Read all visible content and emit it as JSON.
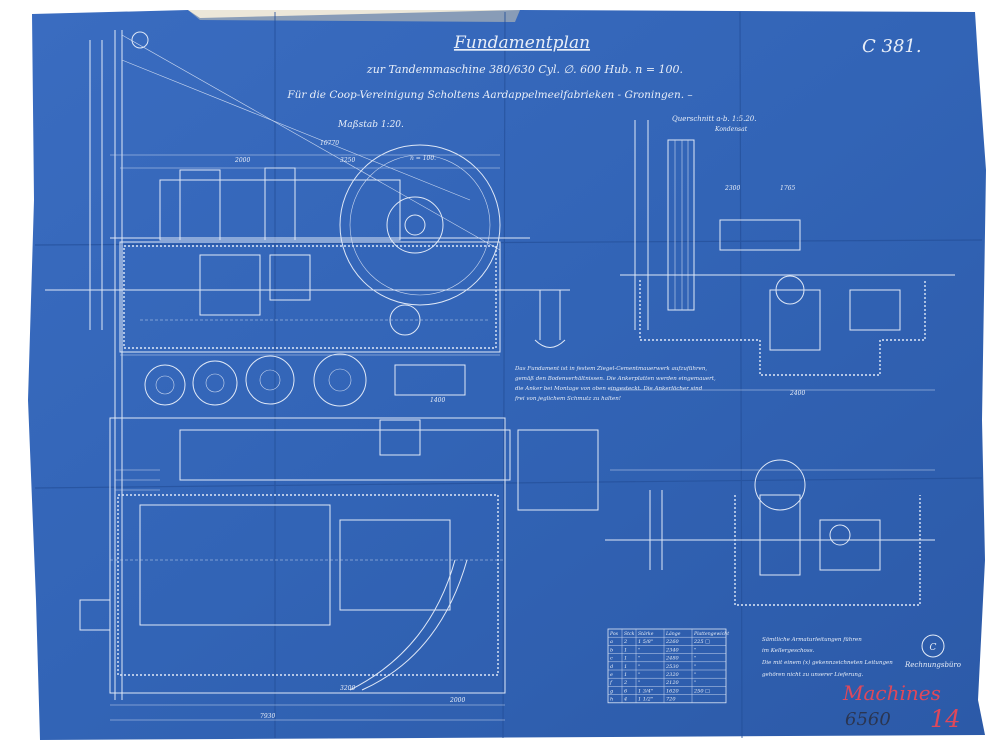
{
  "drawing": {
    "title": "Fundamentplan",
    "subtitle": "zur Tandemmaschine 380/630 Cyl. ∅. 600 Hub. n = 100.",
    "client_line": "Für die Coop-Vereinigung Scholtens Aardappelmeelfabrieken - Groningen. –",
    "sheet_number": "C 381.",
    "scale_label": "Maßstab 1:20.",
    "section_label": "Querschnitt a-b. 1:5.20.",
    "section_sublabel": "Kondensat",
    "speed_label": "n = 100.",
    "dimension_labels": [
      "10770",
      "3250",
      "2000",
      "2300",
      "1765",
      "2400",
      "1400",
      "7930",
      "2000",
      "3200"
    ],
    "foundation_note": [
      "Das Fundament ist in festem Ziegel-Cementmauerwerk aufzuführen,",
      "gemäß den Bodenverhältnissen. Die Ankerplatten werden eingemauert,",
      "die Anker bei Montage von oben eingesteckt. Die Ankerlöcher sind",
      "frei von jeglichem Schmutz zu halten!"
    ],
    "piping_note": [
      "Sämtliche Armaturleitungen führen",
      "im Kellergeschoss.",
      "Die mit einem (x) gekennzeichneten Leitungen",
      "gehören nicht zu unserer Lieferung."
    ],
    "stamp_text": "C",
    "signature_text": "Rechnungsbüro",
    "pencil_number": "6560",
    "red_annotation": "Machines",
    "red_number": "14"
  },
  "anchor_table": {
    "headers": [
      "Pos",
      "Stck",
      "Stärke",
      "Länge",
      "Plattengewicht"
    ],
    "rows": [
      [
        "a",
        "2",
        "1 5/8\"",
        "2260",
        "225 □"
      ],
      [
        "b",
        "1",
        "\"",
        "2340",
        "\""
      ],
      [
        "c",
        "1",
        "\"",
        "2480",
        "\""
      ],
      [
        "d",
        "1",
        "\"",
        "2530",
        "\""
      ],
      [
        "e",
        "1",
        "\"",
        "2320",
        "\""
      ],
      [
        "f",
        "2",
        "\"",
        "2120",
        "\""
      ],
      [
        "g",
        "6",
        "1 3/4\"",
        "1620",
        "250 □"
      ],
      [
        "h",
        "4",
        "1 1/2\"",
        "720",
        ""
      ]
    ]
  },
  "colors": {
    "paper": "#3566b8",
    "paper_dark": "#2a56a2",
    "lines": "#e4ecf8",
    "red_pencil": "#e0485a",
    "graphite": "#2b3550"
  }
}
